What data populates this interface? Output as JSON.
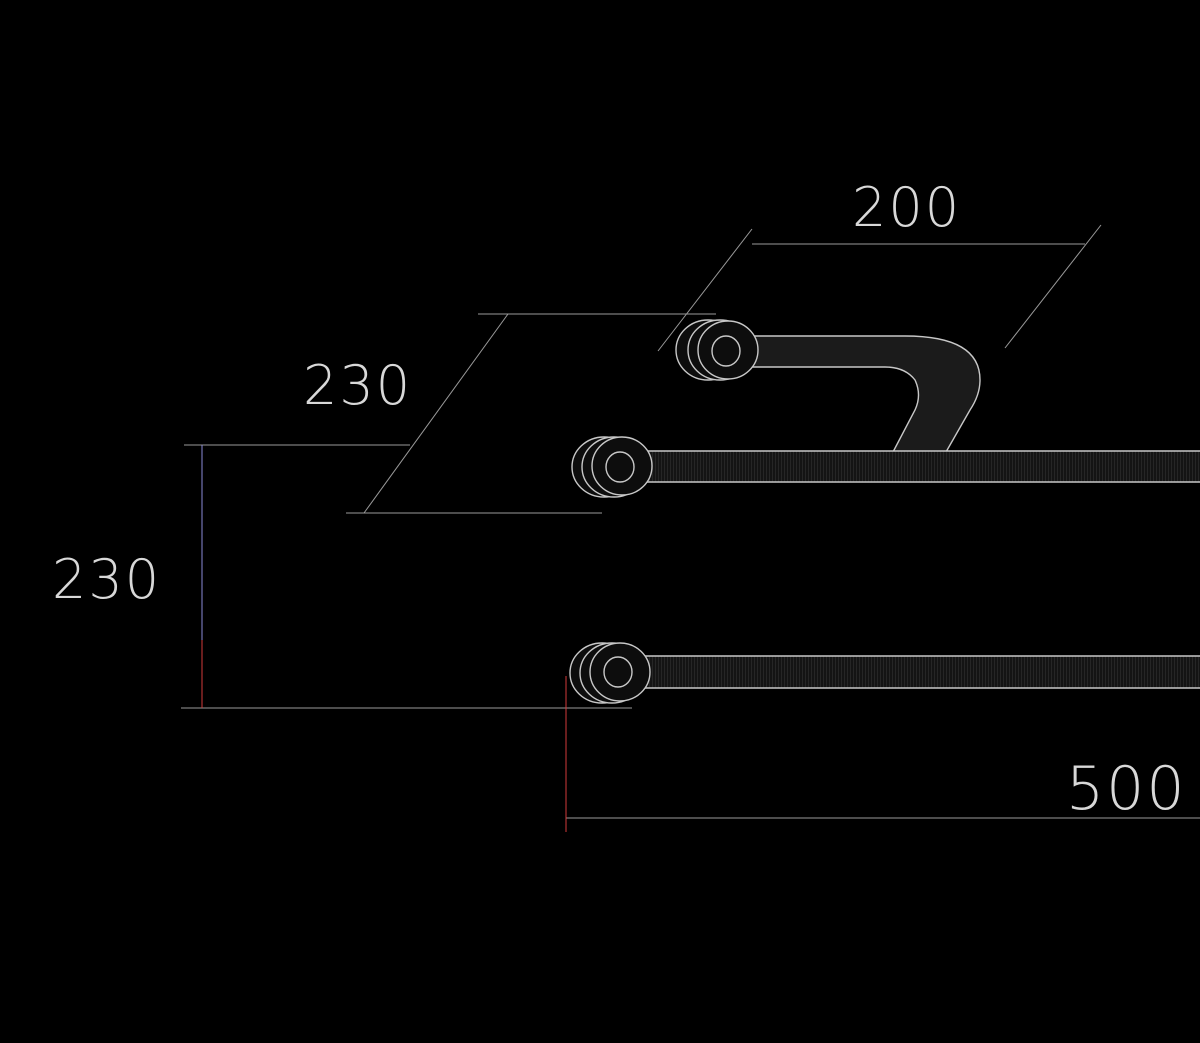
{
  "dimensions": {
    "top_width": "200",
    "depth": "230",
    "height": "230",
    "length": "500"
  },
  "colors": {
    "background": "#000000",
    "line": "#9a9a9a",
    "text": "#d8d8d8",
    "bar": "#1b1b1b",
    "edge": "#c8c8c8",
    "tick_red": "#d23a3a",
    "tick_blue": "#4a5ad8"
  }
}
